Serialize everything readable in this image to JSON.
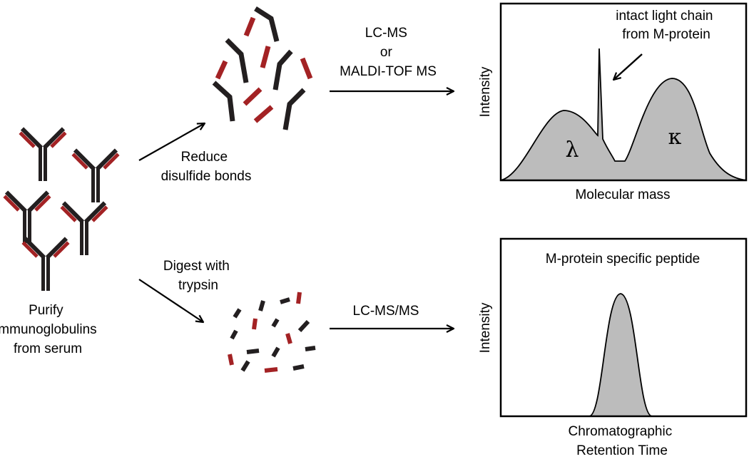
{
  "colors": {
    "heavy": "#231f20",
    "light": "#a32224",
    "curve_fill": "#bcbcbc",
    "stroke": "#000000"
  },
  "left": {
    "label_lines": [
      "Purify",
      "immunoglobulins",
      "from serum"
    ]
  },
  "top_path": {
    "step_lines": [
      "Reduce",
      "disulfide bonds"
    ],
    "method_lines": [
      "LC-MS",
      "or",
      "MALDI-TOF MS"
    ],
    "plot": {
      "ylabel": "Intensity",
      "xlabel": "Molecular mass",
      "annotation_lines": [
        "intact light chain",
        "from M-protein"
      ],
      "peak_lambda": "λ",
      "peak_kappa": "κ"
    }
  },
  "bottom_path": {
    "step_lines": [
      "Digest with",
      "trypsin"
    ],
    "method_lines": [
      "LC-MS/MS"
    ],
    "plot": {
      "title": "M-protein specific peptide",
      "ylabel": "Intensity",
      "xlabel_lines": [
        "Chromatographic",
        "Retention Time"
      ]
    }
  },
  "icons": [
    "antibody-icon",
    "heavy-chain-fragment-icon",
    "light-chain-fragment-icon",
    "peptide-fragment-icon",
    "arrow-icon"
  ]
}
